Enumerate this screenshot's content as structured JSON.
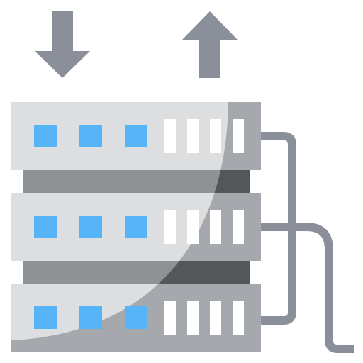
{
  "icon": {
    "name": "server-upload-download-icon",
    "parts": [
      "download-arrow-icon",
      "upload-arrow-icon",
      "server-rack-icon",
      "network-cable-icon"
    ]
  },
  "colors": {
    "panel_light": "#dcdee0",
    "panel_mid": "#a5a8ad",
    "gap_light": "#8e9294",
    "gap_dark": "#54575a",
    "led_blue": "#56b4f7",
    "slot_white": "#ffffff",
    "arrow_grey": "#8b8f99",
    "cable_grey": "#8b8f99"
  },
  "server": {
    "units": 3,
    "leds_per_unit": 3,
    "slots_per_unit": 4
  }
}
